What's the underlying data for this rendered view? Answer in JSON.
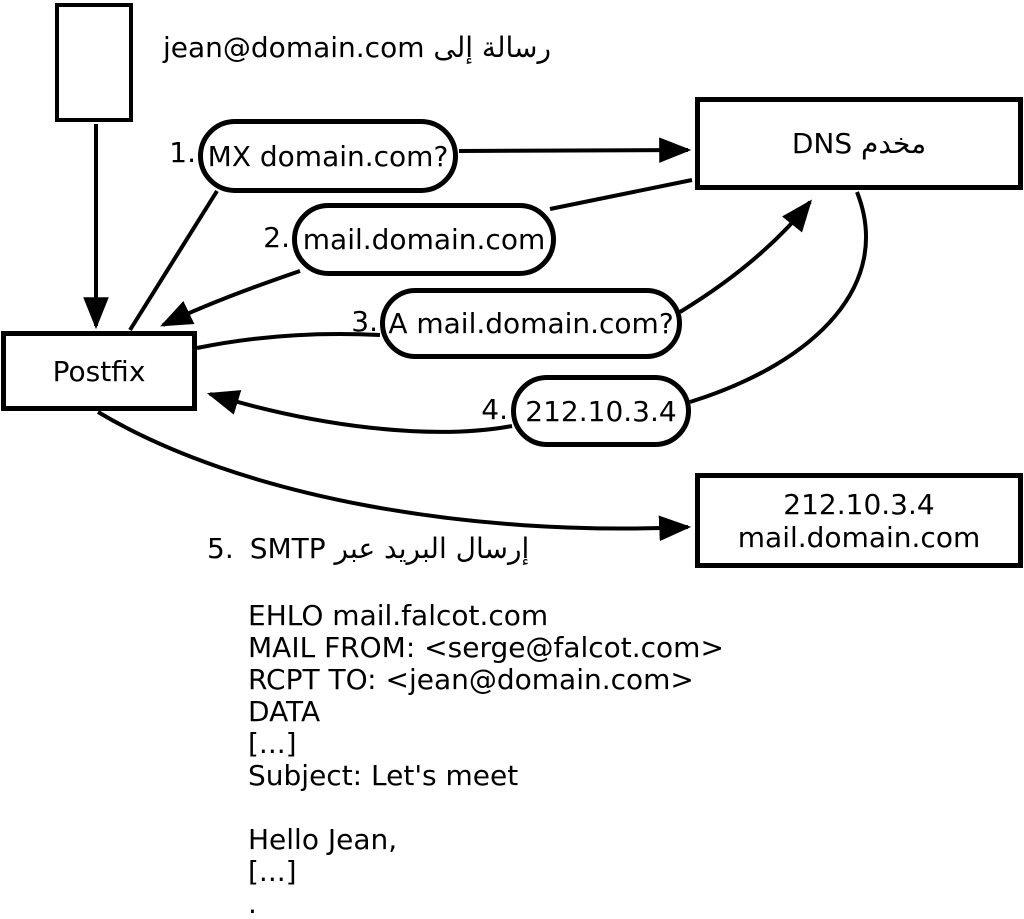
{
  "diagram": {
    "sender_message_label": "رسالة إلى jean@domain.com",
    "postfix_box_label": "Postfix",
    "dns_box_label": "مخدم DNS",
    "mail_server_box": {
      "line1": "212.10.3.4",
      "line2": "mail.domain.com"
    },
    "steps": [
      {
        "num": "1.",
        "text": "MX domain.com?"
      },
      {
        "num": "2.",
        "text": "mail.domain.com"
      },
      {
        "num": "3.",
        "text": "A mail.domain.com?"
      },
      {
        "num": "4.",
        "text": "212.10.3.4"
      }
    ],
    "step5": {
      "num": "5.",
      "text": "إرسال البريد عبر SMTP"
    }
  },
  "smtp_session": {
    "lines": [
      "EHLO mail.falcot.com",
      "MAIL FROM: <serge@falcot.com>",
      "RCPT TO: <jean@domain.com>",
      "DATA",
      "[...]",
      "Subject: Let's meet",
      "",
      "Hello Jean,",
      "[...]",
      "."
    ]
  },
  "colors": {
    "stroke": "#000000",
    "background": "#ffffff"
  }
}
